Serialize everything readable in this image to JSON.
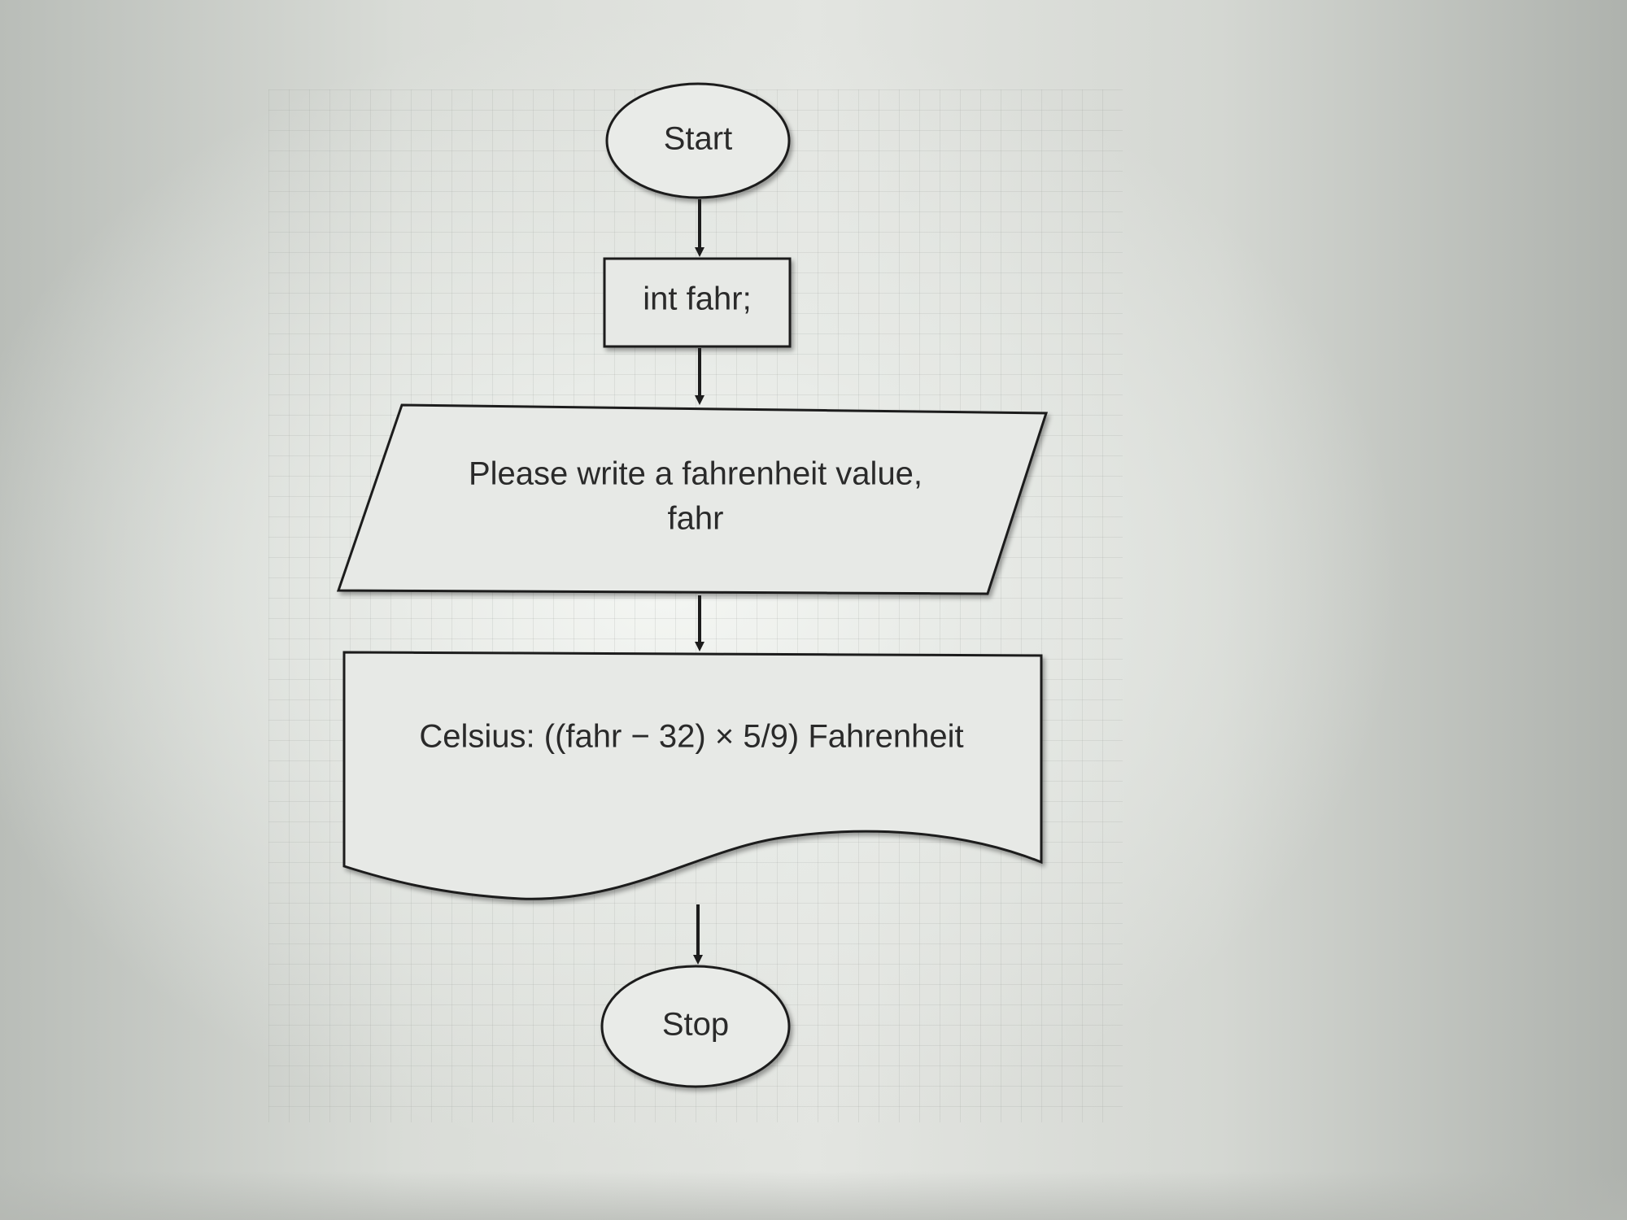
{
  "flowchart": {
    "start_label": "Start",
    "declare_label": "int fahr;",
    "input_label_line1": "Please write a fahrenheit value,",
    "input_label_line2": "fahr",
    "output_label": "Celsius: ((fahr − 32) × 5/9) Fahrenheit",
    "stop_label": "Stop"
  }
}
